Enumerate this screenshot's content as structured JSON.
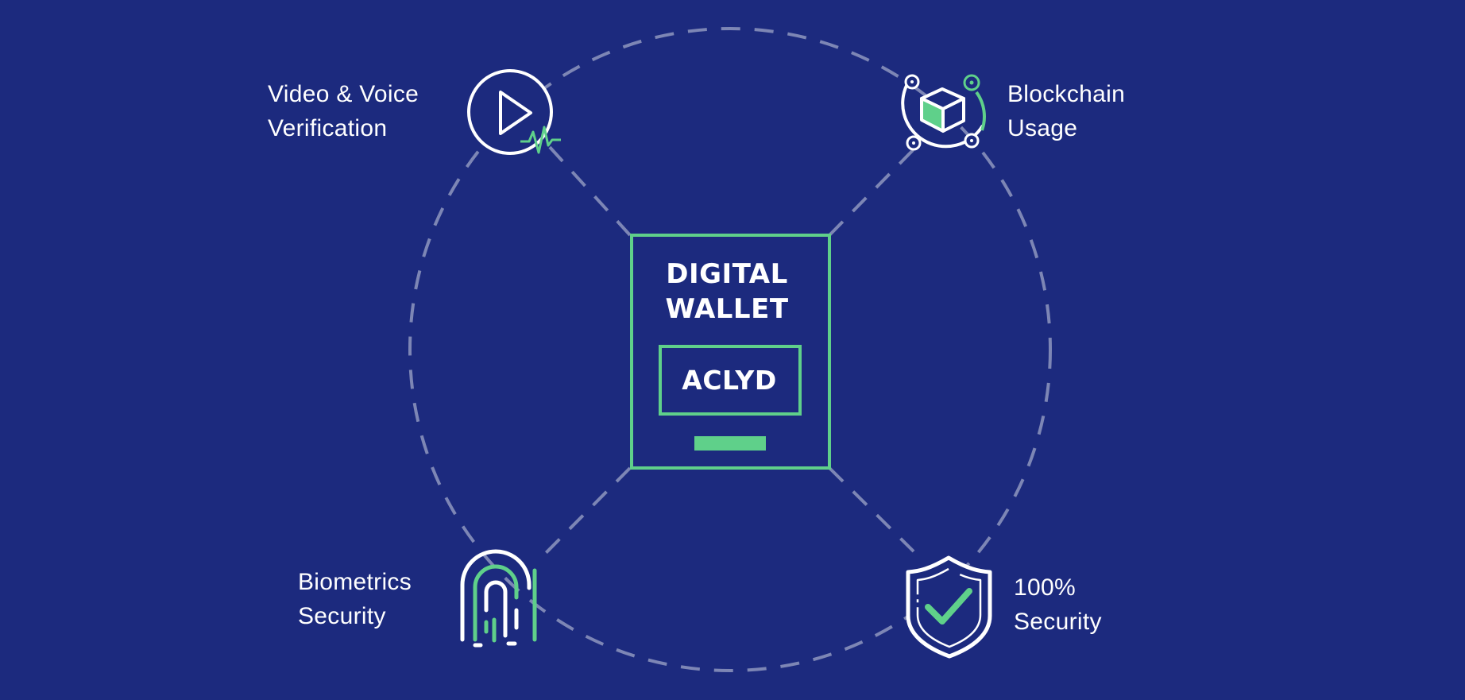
{
  "colors": {
    "background": "#1c2a7e",
    "accent_green": "#5fd08a",
    "line_white": "#ffffff",
    "dashed_ring": "#7d86b5"
  },
  "center": {
    "title_line1": "DIGITAL",
    "title_line2": "WALLET",
    "brand": "ACLYD"
  },
  "features": {
    "video": {
      "line1": "Video & Voice",
      "line2": "Verification",
      "icon": "play-waveform-icon"
    },
    "blockchain": {
      "line1": "Blockchain",
      "line2": "Usage",
      "icon": "blockchain-cube-icon"
    },
    "biometrics": {
      "line1": "Biometrics",
      "line2": "Security",
      "icon": "fingerprint-icon"
    },
    "security": {
      "line1": "100%",
      "line2": "Security",
      "icon": "shield-check-icon"
    }
  }
}
